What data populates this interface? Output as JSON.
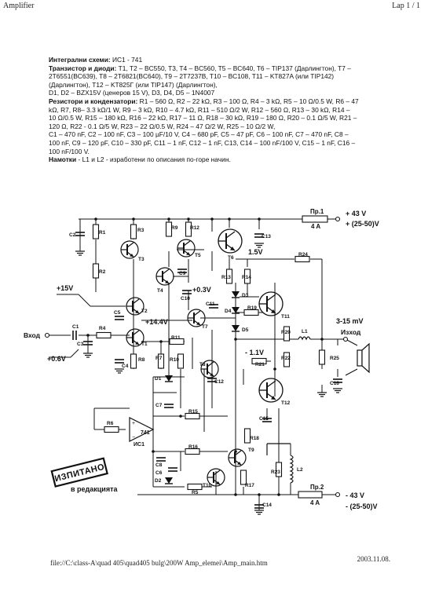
{
  "header": {
    "title": "Amplifier",
    "page": "Lap 1 / 1"
  },
  "parts_list": {
    "ic_label": "Интегрални схеми:",
    "ic_value": " ИС1 - 741",
    "tr_label": "Транзистор и диоди:",
    "tr_line1": " T1, T2 – BC550, T3, T4 – BC560, T5 – BC640, T6 – TIP137 (Дарлингтон), T7 –",
    "tr_line2": "2T6551(BC639), T8 – 2T6821(BC640), T9 – 2T7237B, T10 – BC108, T11 – KT827A (или TIP142)",
    "tr_line3": "(Дарлингтон), T12 – KT825Г (или TIP147) (Дарлингтон),",
    "tr_line4": "D1, D2 – BZX15V (ценеров 15 V), D3, D4, D5 – 1N4007",
    "rc_label": "Резистори и кондензатори:",
    "rc_line1": " R1 – 560 Ω, R2 – 22 kΩ, R3 – 100 Ω, R4 – 3 kΩ, R5 – 10 Ω/0.5 W, R6 – 47",
    "rc_line2": "kΩ, R7, R8– 3.3 kΩ/1 W, R9 – 3 kΩ, R10 – 4.7 kΩ, R11 – 510 Ω/2 W, R12 – 560 Ω, R13 – 30 kΩ, R14 –",
    "rc_line3": "10 Ω/0.5 W, R15 – 180 kΩ, R16 – 22 kΩ, R17 – 11 Ω, R18 – 30 kΩ, R19 – 180 Ω, R20 – 0.1 Ω/5 W, R21 –",
    "rc_line4": "120 Ω, R22 - 0.1 Ω/5 W, R23 – 22 Ω/0.5 W, R24 – 47 Ω/2 W, R25 – 10 Ω/2 W,",
    "rc_line5": "C1 – 470 nF, C2 – 100 nF, C3 – 100 µF/10 V, C4 – 680 pF, C5 – 47 pF, C6 – 100 nF, C7 – 470 nF, C8 –",
    "rc_line6": "100 nF, C9 – 120 pF, C10 – 330 pF, C11 – 1 nF, C12 – 1 nF, C13, C14 – 100 nF/100 V, C15 – 1 nF, C16 –",
    "rc_line7": "100 nF/100 V.",
    "wind_label": "Намотки",
    "wind_value": " - L1 и L2 - изработени по описания по-горе начин."
  },
  "schematic": {
    "fuse1": "Пр.1",
    "fuse1_rating": "4 A",
    "vpos": "+ 43 V",
    "vpos_range": "+ (25-50)V",
    "fuse2": "Пр.2",
    "fuse2_rating": "4 A",
    "vneg": "- 43 V",
    "vneg_range": "- (25-50)V",
    "input": "Вход",
    "output": "Изход",
    "v15": "+15V",
    "v06": "+0.6V",
    "v144": "+14.4V",
    "v03": "+0.3V",
    "v15b": "1.5V",
    "v11": "- 1.1V",
    "vout": "3-15 mV",
    "ic": "741",
    "ic_name": "ИС1",
    "stamp": "ИЗПИТАНО",
    "stamp_sub": "в редакцията",
    "labels": {
      "c1": "C1",
      "c2": "C2",
      "c3": "C3",
      "c4": "C4",
      "c5": "C5",
      "c6": "C6",
      "c7": "C7",
      "c8": "C8",
      "c9": "C9",
      "c10": "C10",
      "c11": "C11",
      "c12": "C12",
      "c13": "C13",
      "c14": "C14",
      "c15": "C15",
      "c16": "C16",
      "r1": "R1",
      "r2": "R2",
      "r3": "R3",
      "r4": "R4",
      "r5": "R5",
      "r6": "R6",
      "r7": "R7",
      "r8": "R8",
      "r9": "R9",
      "r10": "R10",
      "r11": "R11",
      "r12": "R12",
      "r13": "R13",
      "r14": "R14",
      "r15": "R15",
      "r16": "R16",
      "r17": "R17",
      "r18": "R18",
      "r19": "R19",
      "r20": "R20",
      "r21": "R21",
      "r22": "R22",
      "r23": "R23",
      "r24": "R24",
      "r25": "R25",
      "t1": "T1",
      "t2": "T2",
      "t3": "T3",
      "t4": "T4",
      "t5": "T5",
      "t6": "T6",
      "t7": "T7",
      "t8": "T8",
      "t9": "T9",
      "t10": "T10",
      "t11": "T11",
      "t12": "T12",
      "d1": "D1",
      "d2": "D2",
      "d3": "D3",
      "d4": "D4",
      "d5": "D5",
      "l1": "L1",
      "l2": "L2"
    }
  },
  "footer": {
    "path": "file://C:\\class-A\\quad 405\\quad405 bulg\\200W Amp_elemei\\Amp_main.htm",
    "date": "2003.11.08."
  }
}
